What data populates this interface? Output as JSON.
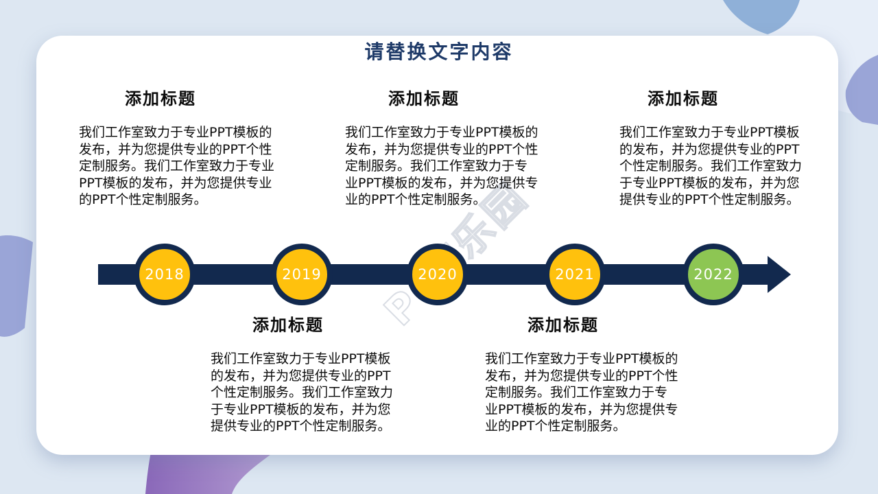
{
  "slide": {
    "title": "请替换文字内容",
    "watermark": "PPT乐园"
  },
  "top_sections": [
    {
      "title": "添加标题",
      "body_lines": [
        "我们工作室致力于专业PPT模板的",
        "发布，并为您提供专业的PPT个性",
        "定制服务。我们工作室致力于专业",
        "PPT模板的发布，并为您提供专业",
        "的PPT个性定制服务。"
      ]
    },
    {
      "title": "添加标题",
      "body_lines": [
        "我们工作室致力于专业PPT模板的",
        "发布，并为您提供专业的PPT个性",
        "定制服务。我们工作室致力于专",
        "业PPT模板的发布，并为您提供专",
        "业的PPT个性定制服务。"
      ]
    },
    {
      "title": "添加标题",
      "body_lines": [
        "我们工作室致力于专业PPT模板",
        "的发布，并为您提供专业的PPT",
        "个性定制服务。我们工作室致力",
        "于专业PPT模板的发布，并为您",
        "提供专业的PPT个性定制服务。"
      ]
    }
  ],
  "bottom_sections": [
    {
      "title": "添加标题",
      "body_lines": [
        "我们工作室致力于专业PPT模板",
        "的发布，并为您提供专业的PPT",
        "个性定制服务。我们工作室致力",
        "于专业PPT模板的发布，并为您",
        "提供专业的PPT个性定制服务。"
      ]
    },
    {
      "title": "添加标题",
      "body_lines": [
        "我们工作室致力于专业PPT模板的",
        "发布，并为您提供专业的PPT个性",
        "定制服务。我们工作室致力于专",
        "业PPT模板的发布，并为您提供专",
        "业的PPT个性定制服务。"
      ]
    }
  ],
  "timeline": {
    "milestones": [
      {
        "year": "2018",
        "fill": "#FFC10D"
      },
      {
        "year": "2019",
        "fill": "#FFC10D"
      },
      {
        "year": "2020",
        "fill": "#FFC10D"
      },
      {
        "year": "2021",
        "fill": "#FFC10D"
      },
      {
        "year": "2022",
        "fill": "#8DC653"
      }
    ]
  },
  "colors": {
    "navy": "#12294E",
    "title_navy": "#1E3A68",
    "yellow": "#FFC10D",
    "green": "#8DC653",
    "bg": "#DDE7F2",
    "card": "#FFFFFF",
    "text": "#0B0B0B",
    "watermark": "#CDD2DB",
    "periwinkle": "#9AA5D7",
    "blue_band": "#8FB0D8",
    "purple_a": "#8A68B9",
    "purple_b": "#B29BD1"
  }
}
